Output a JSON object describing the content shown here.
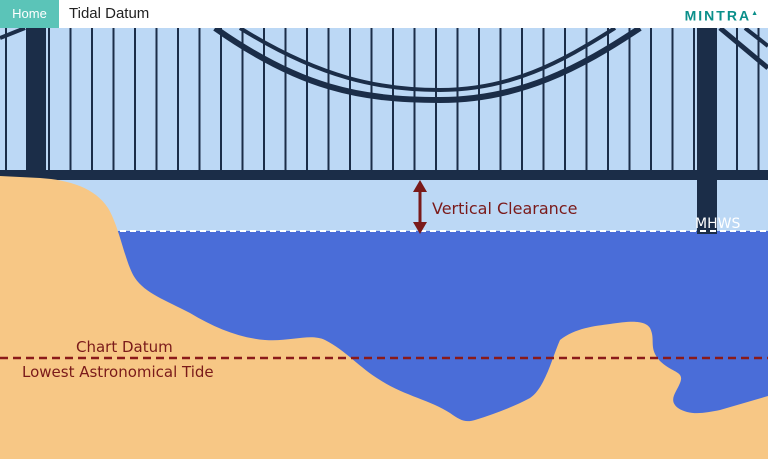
{
  "header": {
    "home_label": "Home",
    "title": "Tidal Datum",
    "logo_text": "MINTRA"
  },
  "diagram": {
    "clearance_label": "Vertical Clearance",
    "mhws_label": "MHWS",
    "chart_datum_label": "Chart Datum",
    "lat_label": "Lowest Astronomical Tide"
  },
  "colors": {
    "sky": "#bcd8f5",
    "water": "#4a6dd8",
    "land": "#f7c785",
    "bridge": "#1b2d48",
    "arrow": "#7a1a1a",
    "datum_line": "#8b1a1a",
    "accent": "#5bc4b8"
  }
}
